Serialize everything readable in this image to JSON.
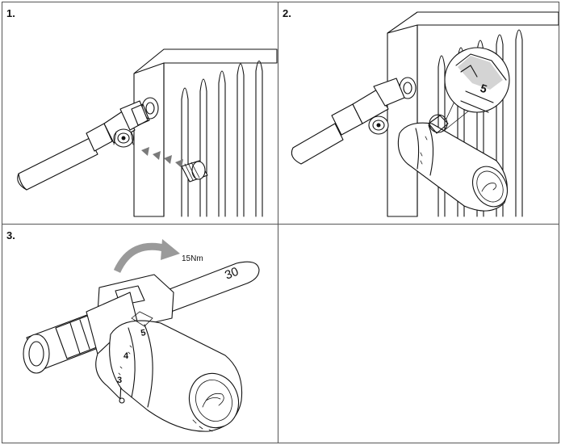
{
  "steps": [
    {
      "number": "1."
    },
    {
      "number": "2."
    },
    {
      "number": "3."
    }
  ],
  "panel2": {
    "zoom_number": "5"
  },
  "panel3": {
    "torque": "15Nm",
    "wrench_size": "30",
    "scale_marks": [
      "5",
      "4",
      "3"
    ]
  },
  "colors": {
    "line": "#111111",
    "shade": "#7a7a7a",
    "background": "#ffffff"
  }
}
